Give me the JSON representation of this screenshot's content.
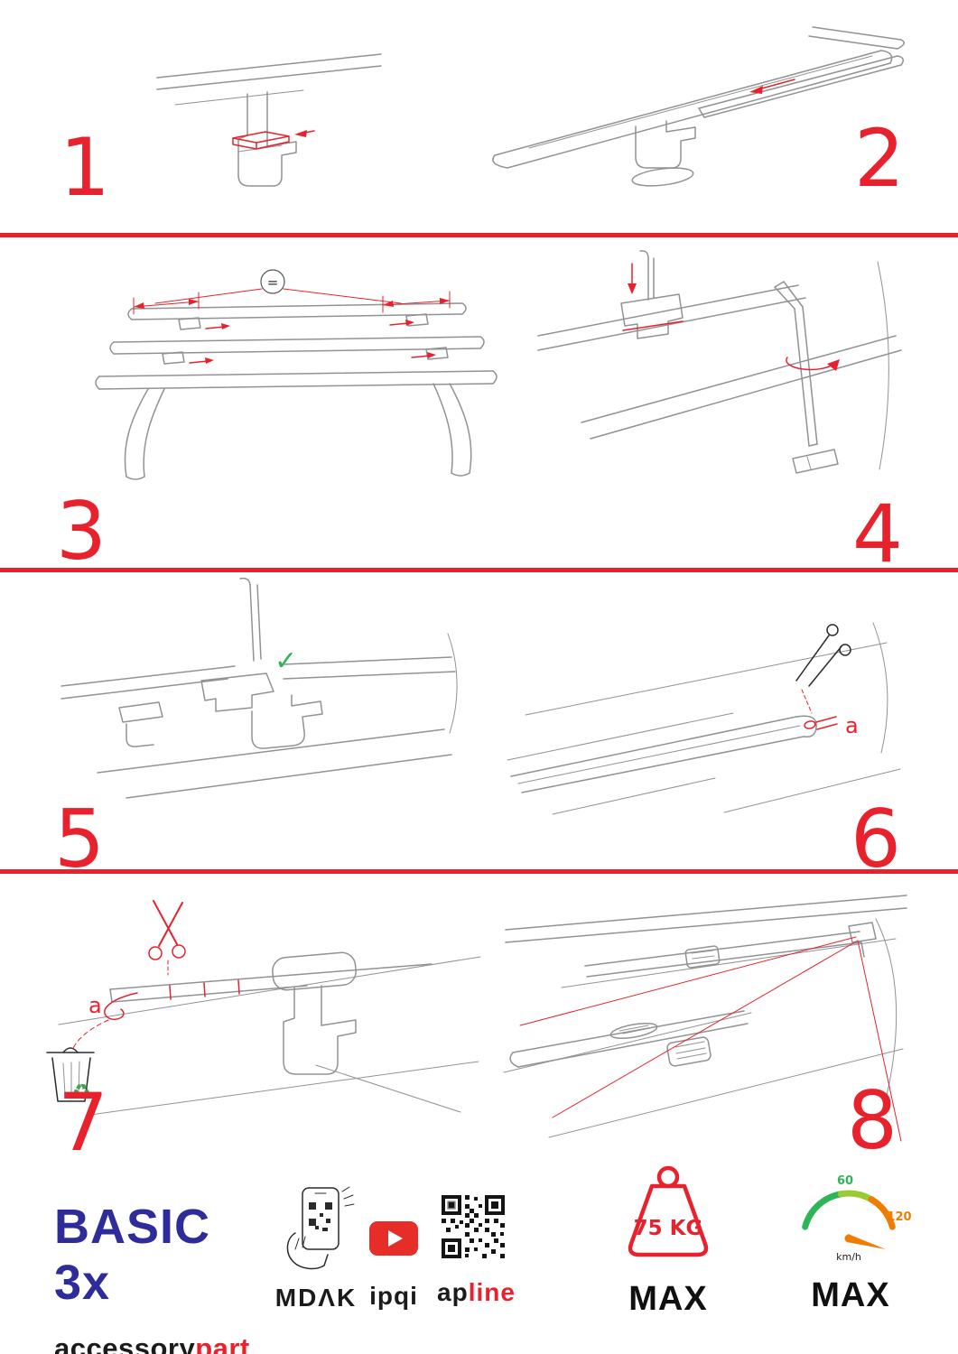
{
  "steps": [
    {
      "number": "1"
    },
    {
      "number": "2"
    },
    {
      "number": "3"
    },
    {
      "number": "4"
    },
    {
      "number": "5"
    },
    {
      "number": "6",
      "cut_label": "a"
    },
    {
      "number": "7",
      "cut_label": "a"
    },
    {
      "number": "8"
    }
  ],
  "icons": {
    "equal": "=",
    "check": "✓",
    "recycle": "♻",
    "scissors": "✂"
  },
  "footer": {
    "product_name": "BASIC 3x",
    "brand": {
      "black": "accessory",
      "red": "part"
    },
    "partners": {
      "mdak": "MDΛK",
      "ipqi": "ipqi",
      "apline_black": "ap",
      "apline_red": "line"
    },
    "weight_limit": {
      "value": "75 KG",
      "label": "MAX"
    },
    "speed_limit": {
      "min": "60",
      "max": "120",
      "unit": "km/h",
      "label": "MAX"
    }
  },
  "colors": {
    "accent_red": "#e8222d",
    "brand_navy": "#2e2c9a",
    "line_gray": "#909294",
    "success_green": "#2fb457",
    "gauge_orange": "#f07d00",
    "youtube_red": "#e62d27"
  }
}
